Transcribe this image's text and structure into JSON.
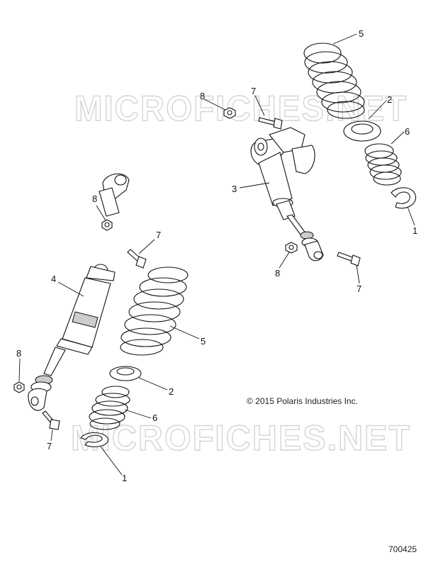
{
  "watermark": "MICROFICHES.NET",
  "copyright": "© 2015 Polaris Industries Inc.",
  "drawing_number": "700425",
  "callouts": {
    "c1_top": "1",
    "c2_top": "2",
    "c3": "3",
    "c5_top": "5",
    "c6_top": "6",
    "c7_top_a": "7",
    "c7_top_b": "7",
    "c8_top_a": "8",
    "c8_top_b": "8",
    "c1_bot": "1",
    "c2_bot": "2",
    "c4": "4",
    "c5_bot": "5",
    "c6_bot": "6",
    "c7_bot_a": "7",
    "c7_bot_b": "7",
    "c8_bot_a": "8",
    "c8_bot_b": "8"
  }
}
